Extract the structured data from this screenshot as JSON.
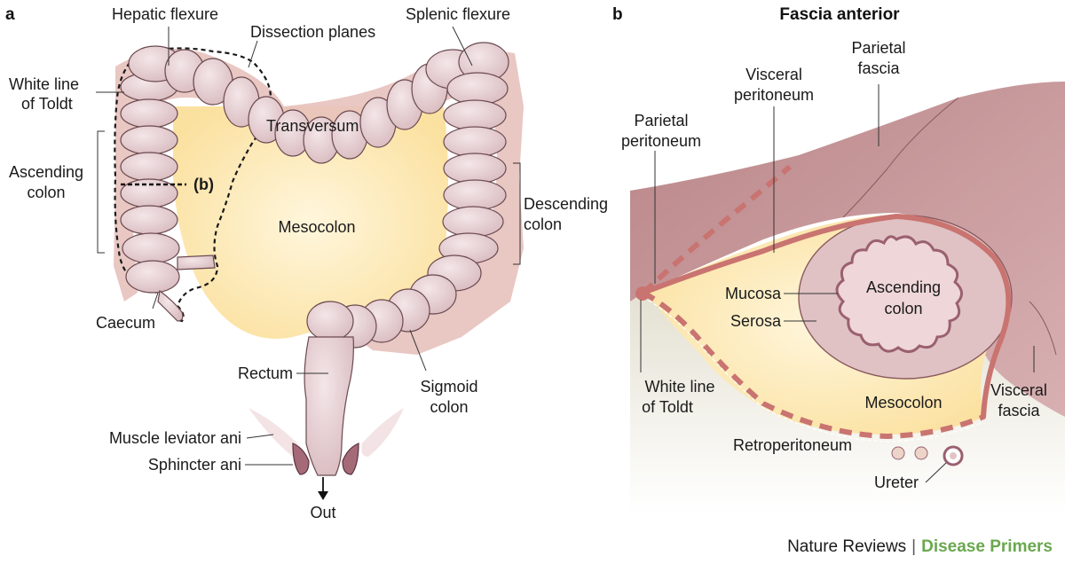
{
  "panel_a": {
    "letter": "a",
    "labels": {
      "hepatic_flexure": "Hepatic flexure",
      "dissection_planes": "Dissection planes",
      "splenic_flexure": "Splenic flexure",
      "white_line_1": "White line",
      "white_line_2": "of Toldt",
      "transversum": "Transversum",
      "ascending_1": "Ascending",
      "ascending_2": "colon",
      "b_marker": "(b)",
      "mesocolon": "Mesocolon",
      "descending_1": "Descending",
      "descending_2": "colon",
      "caecum": "Caecum",
      "rectum": "Rectum",
      "sigmoid_1": "Sigmoid",
      "sigmoid_2": "colon",
      "muscle_leviator": "Muscle leviator ani",
      "sphincter": "Sphincter ani",
      "out": "Out"
    }
  },
  "panel_b": {
    "letter": "b",
    "labels": {
      "fascia_anterior": "Fascia anterior",
      "parietal_fascia_1": "Parietal",
      "parietal_fascia_2": "fascia",
      "visceral_peritoneum_1": "Visceral",
      "visceral_peritoneum_2": "peritoneum",
      "parietal_peritoneum_1": "Parietal",
      "parietal_peritoneum_2": "peritoneum",
      "ascending_1": "Ascending",
      "ascending_2": "colon",
      "mucosa": "Mucosa",
      "serosa": "Serosa",
      "white_line_1": "White line",
      "white_line_2": "of Toldt",
      "visceral_fascia_1": "Visceral",
      "visceral_fascia_2": "fascia",
      "mesocolon": "Mesocolon",
      "retroperitoneum": "Retroperitoneum",
      "ureter": "Ureter"
    }
  },
  "footer": {
    "brand": "Nature Reviews",
    "separator": "|",
    "series": "Disease Primers"
  },
  "colors": {
    "colon_fill": "#e8d3d6",
    "colon_stroke": "#6b4a50",
    "mesocolon_fill": "#fde9b0",
    "shadow": "#dfb2ac",
    "fascia": "#c89598",
    "peritoneum_line": "#c97470",
    "retro_bg": "#e2dfcf",
    "series_green": "#6aa84f"
  }
}
